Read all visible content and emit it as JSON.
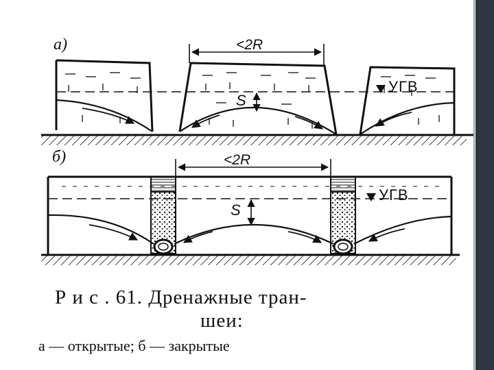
{
  "figure": {
    "panel_a_label": "а)",
    "panel_b_label": "б)",
    "panel_a_spacing": "<2R",
    "panel_b_spacing": "<2R",
    "drawdown_a": "S",
    "drawdown_b": "S",
    "groundwater_level_a": "УГВ",
    "groundwater_level_b": "УГВ"
  },
  "caption": {
    "line1": "Р и с . 61. Дренажные тран-",
    "line2": "шеи:",
    "line3": "а — открытые; б — закрытые"
  },
  "colors": {
    "ink": "#111111",
    "background": "#ffffff",
    "side_rail": "#2e3540"
  }
}
